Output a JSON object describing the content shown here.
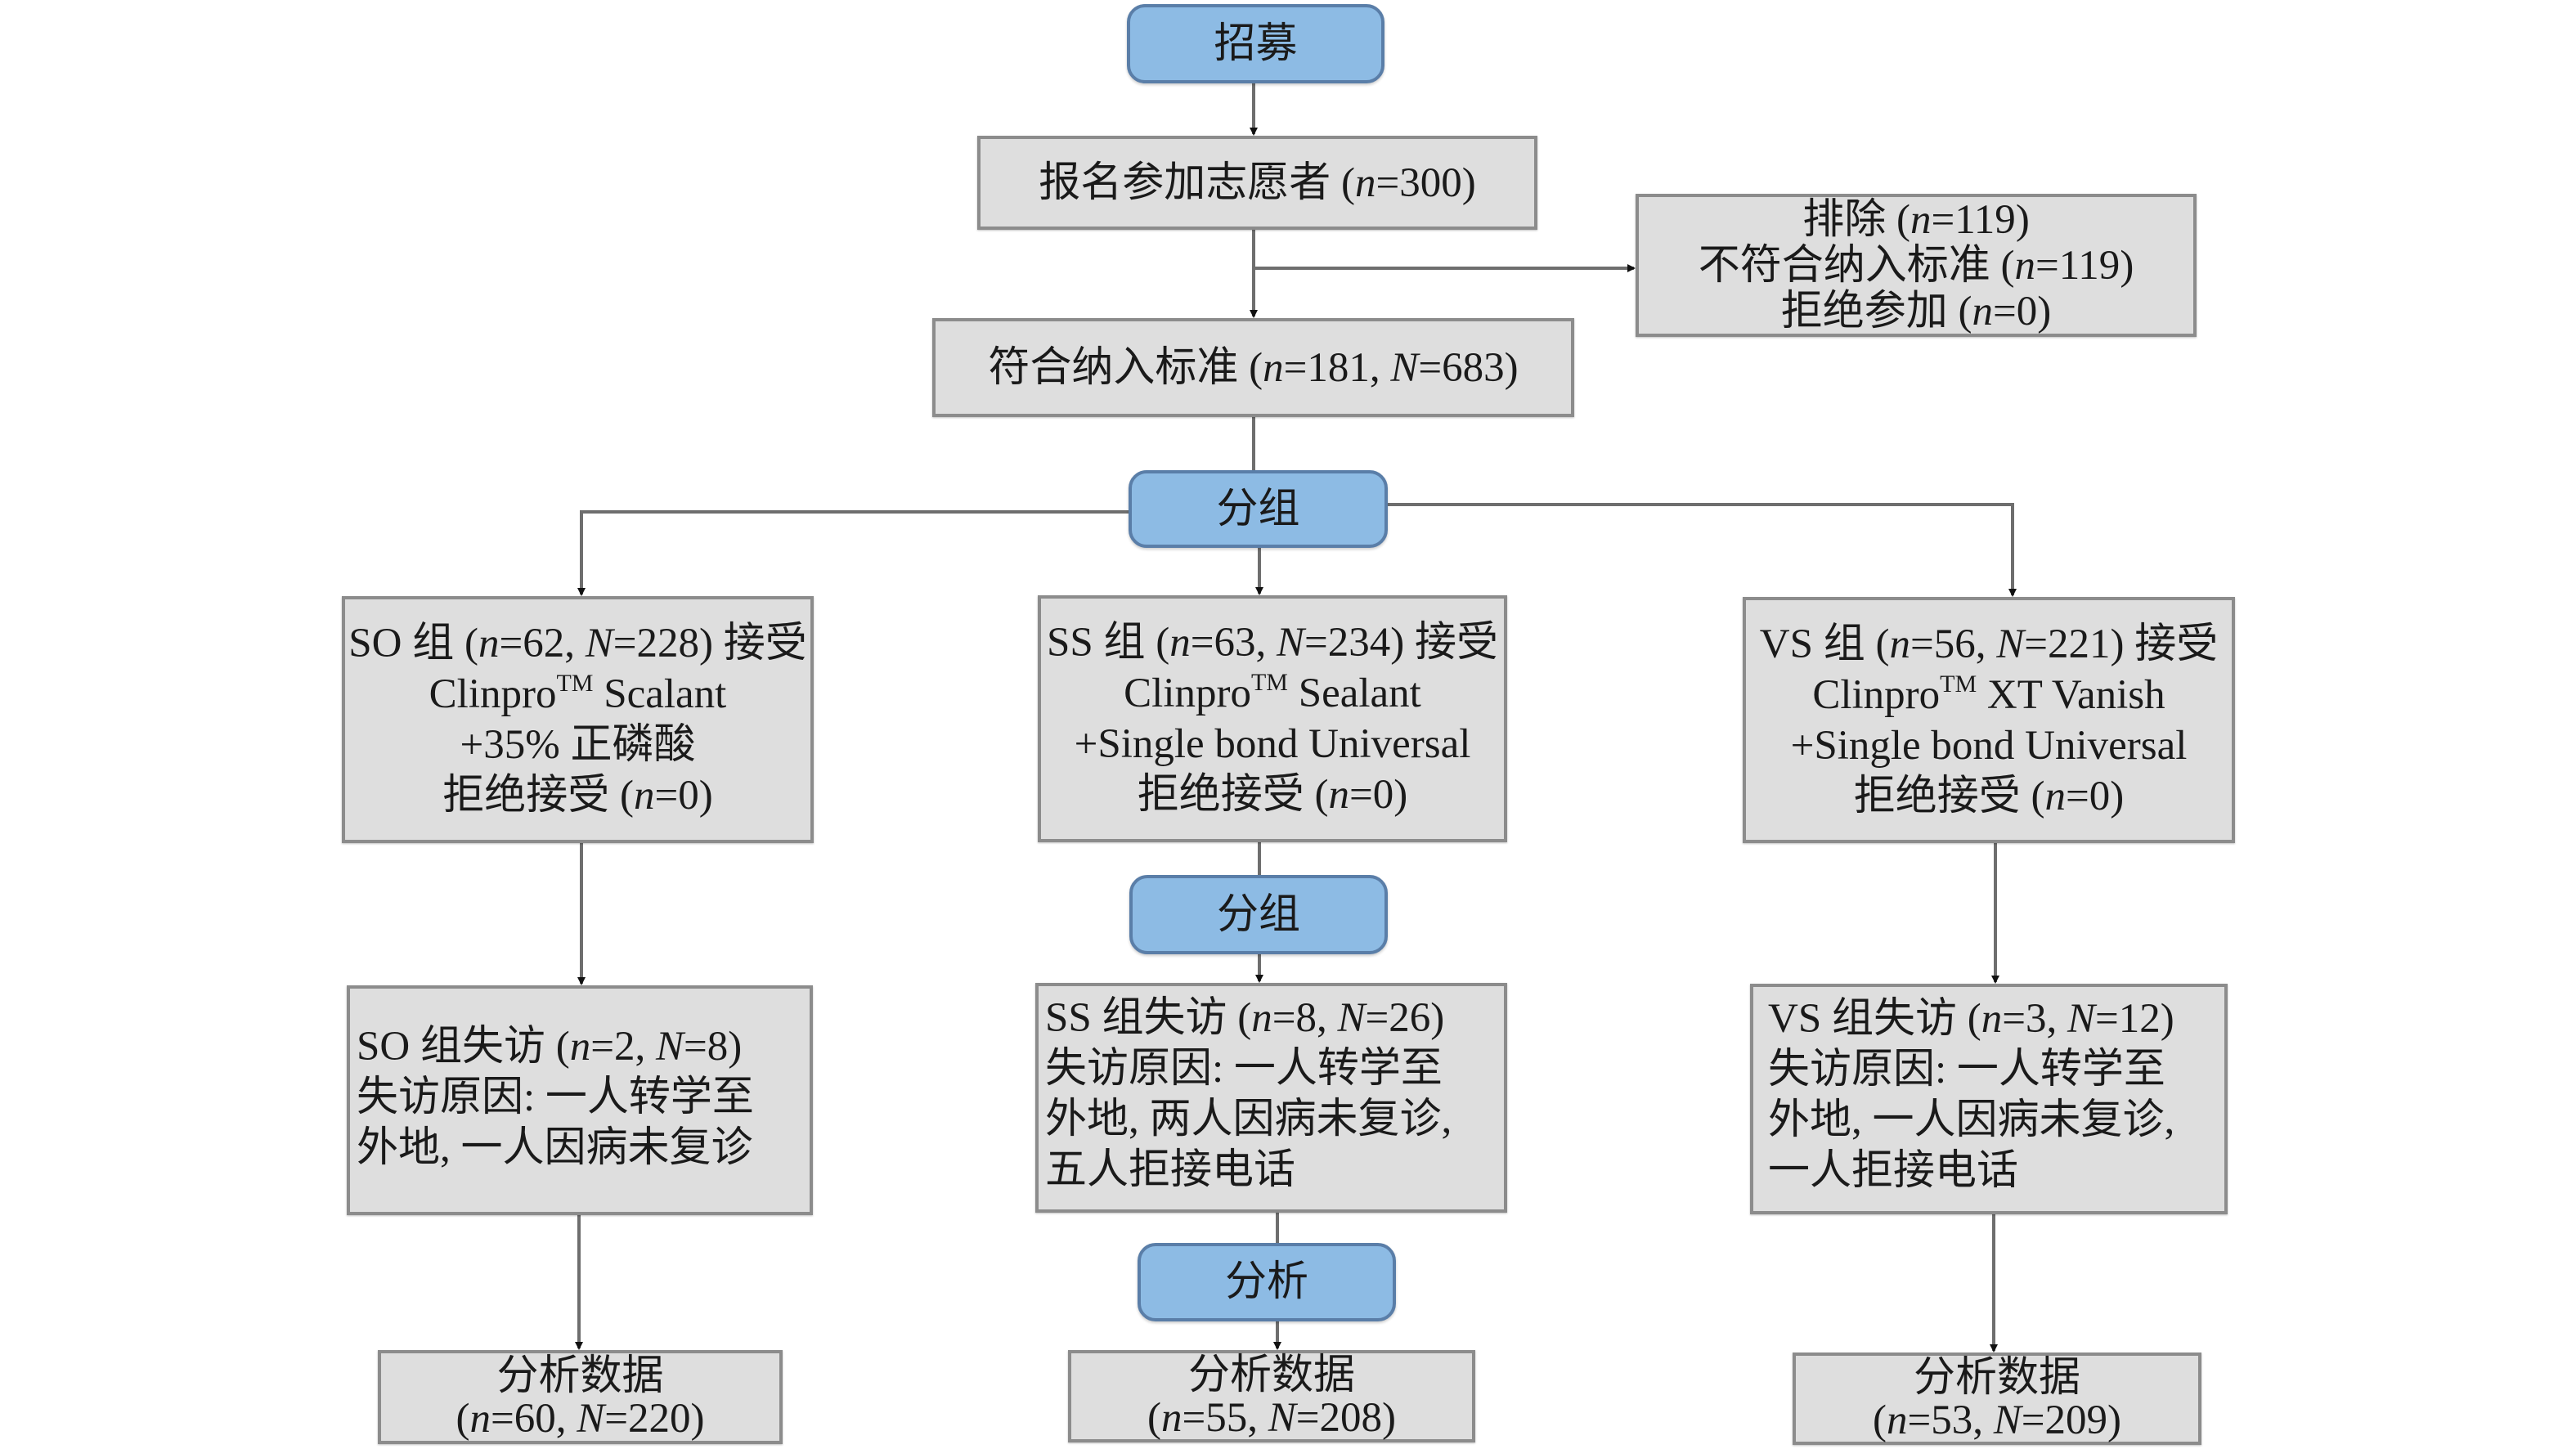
{
  "diagram": {
    "type": "flowchart",
    "colors": {
      "stage_fill": "#8dbbe4",
      "stage_border": "#5a7ea8",
      "box_fill": "#dedede",
      "box_border": "#8c8c8c",
      "connector": "#6e6e6e"
    },
    "stages": {
      "recruit": "招募",
      "randomize": "分组",
      "randomize_2": "分组",
      "analysis": "分析"
    },
    "volunteers": {
      "label": "报名参加志愿者",
      "n": "300"
    },
    "excluded": {
      "label": "排除",
      "n": "119",
      "reasons": [
        {
          "label": "不符合纳入标准",
          "n": "119"
        },
        {
          "label": "拒绝参加",
          "n": "0"
        }
      ]
    },
    "eligible": {
      "label": "符合纳入标准",
      "n": "181",
      "N": "683"
    },
    "groups": [
      {
        "id": "SO",
        "allocation": {
          "prefix": "SO 组",
          "n": "62",
          "N": "228",
          "suffix": "接受",
          "product_brand": "Clinpro",
          "product_mark": "TM",
          "product_name": "Scalant",
          "addition": "+35% 正磷酸",
          "refused_label": "拒绝接受",
          "refused_n": "0"
        },
        "lost": {
          "prefix": "SO 组失访",
          "n": "2",
          "N": "8",
          "reason_lines": [
            "失访原因: 一人转学至",
            "外地, 一人因病未复诊"
          ]
        },
        "analysed": {
          "label": "分析数据",
          "n": "60",
          "N": "220"
        }
      },
      {
        "id": "SS",
        "allocation": {
          "prefix": "SS 组",
          "n": "63",
          "N": "234",
          "suffix": "接受",
          "product_brand": "Clinpro",
          "product_mark": "TM",
          "product_name": "Sealant",
          "addition": "+Single bond Universal",
          "refused_label": "拒绝接受",
          "refused_n": "0"
        },
        "lost": {
          "prefix": "SS 组失访",
          "n": "8",
          "N": "26",
          "reason_lines": [
            "失访原因: 一人转学至",
            "外地, 两人因病未复诊,",
            "五人拒接电话"
          ]
        },
        "analysed": {
          "label": "分析数据",
          "n": "55",
          "N": "208"
        }
      },
      {
        "id": "VS",
        "allocation": {
          "prefix": "VS 组",
          "n": "56",
          "N": "221",
          "suffix": "接受",
          "product_brand": "Clinpro",
          "product_mark": "TM",
          "product_name": "XT Vanish",
          "addition": "+Single bond Universal",
          "refused_label": "拒绝接受",
          "refused_n": "0"
        },
        "lost": {
          "prefix": "VS 组失访",
          "n": "3",
          "N": "12",
          "reason_lines": [
            "失访原因: 一人转学至",
            "外地, 一人因病未复诊,",
            "一人拒接电话"
          ]
        },
        "analysed": {
          "label": "分析数据",
          "n": "53",
          "N": "209"
        }
      }
    ]
  }
}
